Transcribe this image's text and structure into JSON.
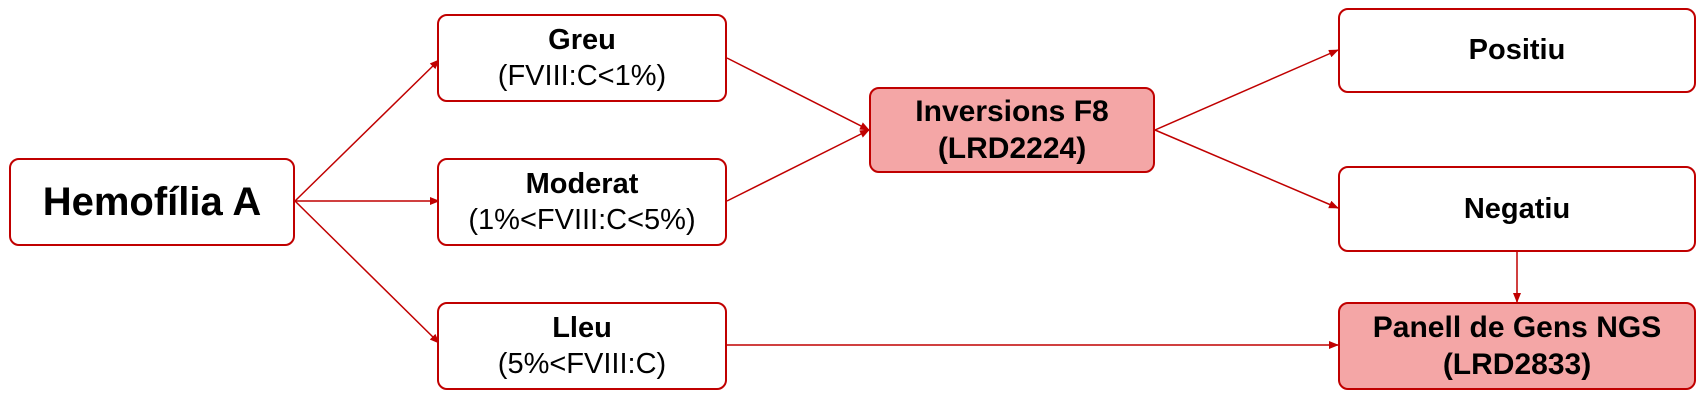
{
  "diagram": {
    "colors": {
      "border": "#c00000",
      "fill": "#f4a6a6",
      "arrow": "#c00000"
    },
    "nodes": {
      "root": {
        "label": "Hemofília A"
      },
      "greu": {
        "label": "Greu",
        "sub": "(FVIII:C<1%)"
      },
      "moderat": {
        "label": "Moderat",
        "sub": "(1%<FVIII:C<5%)"
      },
      "lleu": {
        "label": "Lleu",
        "sub": "(5%<FVIII:C)"
      },
      "inversions": {
        "label": "Inversions F8",
        "sub": "(LRD2224)"
      },
      "positiu": {
        "label": "Positiu"
      },
      "negatiu": {
        "label": "Negatiu"
      },
      "panell": {
        "label": "Panell de Gens NGS",
        "sub": "(LRD2833)"
      }
    },
    "edges": [
      {
        "from": "root",
        "to": "greu"
      },
      {
        "from": "root",
        "to": "moderat"
      },
      {
        "from": "root",
        "to": "lleu"
      },
      {
        "from": "greu",
        "to": "inversions"
      },
      {
        "from": "moderat",
        "to": "inversions"
      },
      {
        "from": "inversions",
        "to": "positiu"
      },
      {
        "from": "inversions",
        "to": "negatiu"
      },
      {
        "from": "negatiu",
        "to": "panell"
      },
      {
        "from": "lleu",
        "to": "panell"
      }
    ]
  }
}
